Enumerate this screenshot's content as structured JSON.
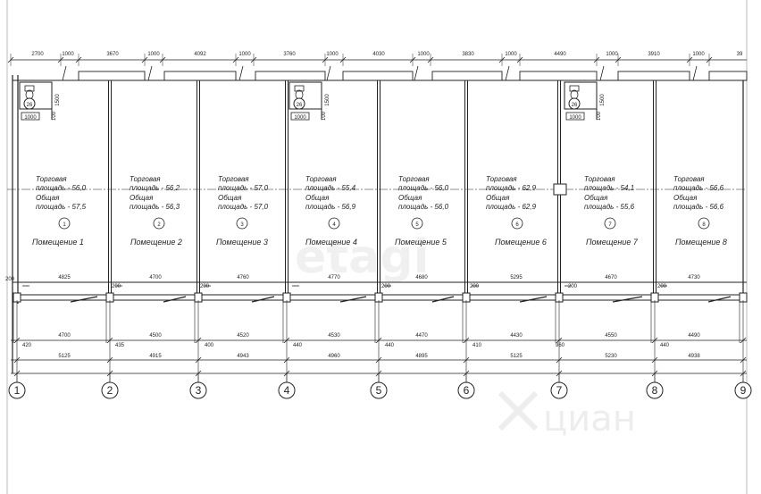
{
  "top_dimensions": [
    "2700",
    "1000",
    "3670",
    "1000",
    "4092",
    "1000",
    "3760",
    "1000",
    "4030",
    "1000",
    "3830",
    "1000",
    "4490",
    "1000",
    "3910",
    "1000",
    "39"
  ],
  "mid_dimensions": [
    "4825",
    "4700",
    "4760",
    "4770",
    "4680",
    "5295",
    "4670",
    "4730"
  ],
  "lower_dimensions": [
    "4700",
    "4500",
    "4520",
    "4530",
    "4470",
    "4430",
    "4550",
    "4490"
  ],
  "lower_small_dimensions": [
    "420",
    "435",
    "400",
    "440",
    "440",
    "410",
    "960",
    "440"
  ],
  "bottom_dimensions": [
    "5125",
    "4915",
    "4943",
    "4960",
    "4895",
    "5125",
    "5230",
    "4938"
  ],
  "wall_gaps": [
    "200",
    "200",
    "200",
    "200",
    "200",
    "200",
    "200"
  ],
  "left_dimension": "200",
  "wc_badges": [
    "26",
    "26",
    "26"
  ],
  "wc_dims": {
    "width": "1000",
    "height": "1500",
    "depth": "100"
  },
  "rooms": [
    {
      "num": "1",
      "name": "Помещение 1",
      "trade_label": "Торговая",
      "trade_area": "площадь - 56,0",
      "total_label": "Общая",
      "total_area": "площадь - 57,5"
    },
    {
      "num": "2",
      "name": "Помещение 2",
      "trade_label": "Торговая",
      "trade_area": "площадь - 56,2",
      "total_label": "Общая",
      "total_area": "площадь - 56,3"
    },
    {
      "num": "3",
      "name": "Помещение 3",
      "trade_label": "Торговая",
      "trade_area": "площадь - 57,0",
      "total_label": "Общая",
      "total_area": "площадь - 57,0"
    },
    {
      "num": "4",
      "name": "Помещение 4",
      "trade_label": "Торговая",
      "trade_area": "площадь - 55,4",
      "total_label": "Общая",
      "total_area": "площадь - 56,9"
    },
    {
      "num": "5",
      "name": "Помещение 5",
      "trade_label": "Торговая",
      "trade_area": "площадь - 56,0",
      "total_label": "Общая",
      "total_area": "площадь - 56,0"
    },
    {
      "num": "6",
      "name": "Помещение 6",
      "trade_label": "Торговая",
      "trade_area": "площадь - 62,9",
      "total_label": "Общая",
      "total_area": "площадь - 62,9"
    },
    {
      "num": "7",
      "name": "Помещение 7",
      "trade_label": "Торговая",
      "trade_area": "площадь - 54,1",
      "total_label": "Общая",
      "total_area": "площадь - 55,6"
    },
    {
      "num": "8",
      "name": "Помещение 8",
      "trade_label": "Торговая",
      "trade_area": "площадь - 56,6",
      "total_label": "Общая",
      "total_area": "площадь - 56,6"
    }
  ],
  "axes": [
    "1",
    "2",
    "3",
    "4",
    "5",
    "6",
    "7",
    "8",
    "9"
  ],
  "watermarks": {
    "etagi": "etagi",
    "cian": "циан"
  }
}
